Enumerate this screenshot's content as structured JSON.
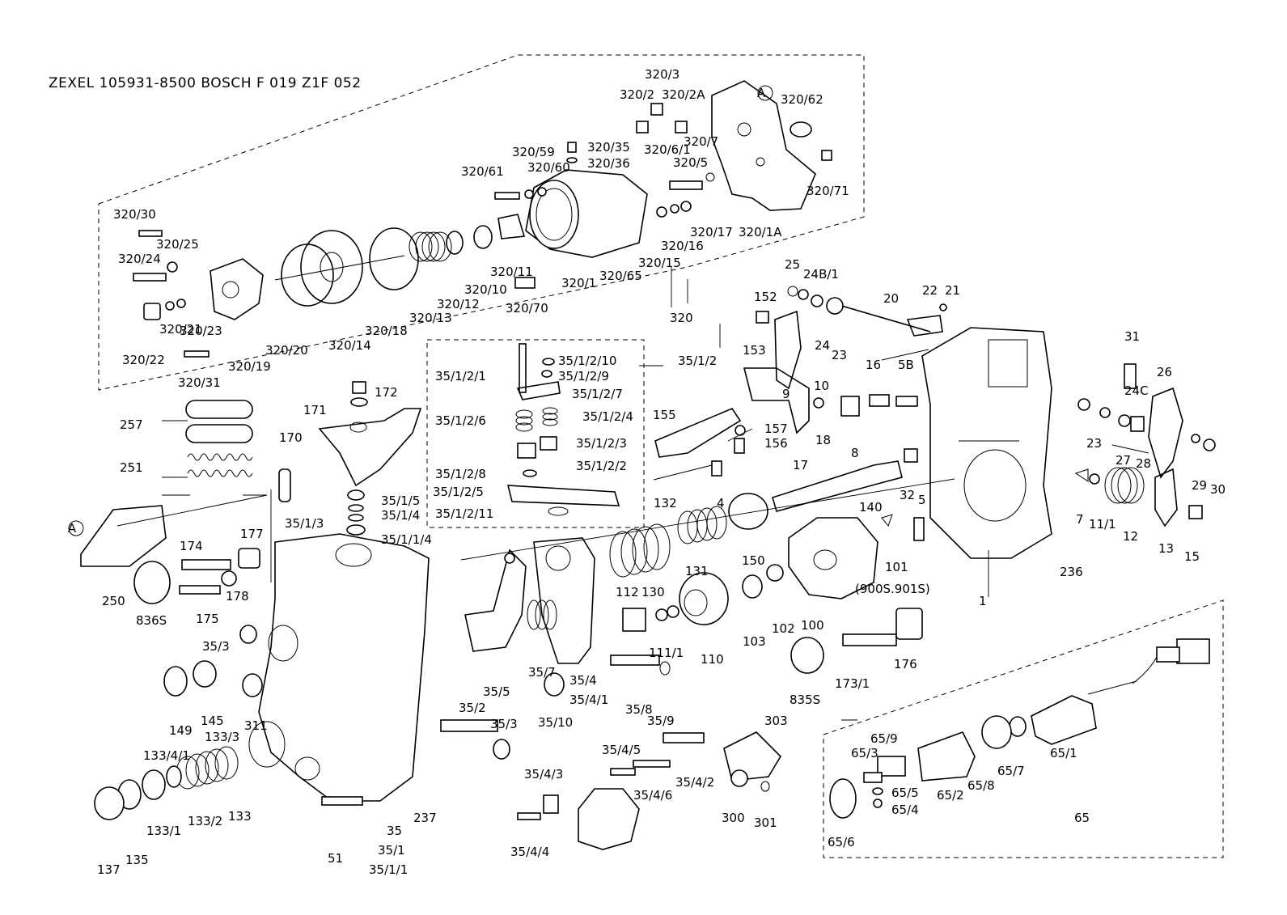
{
  "header": {
    "title": "ZEXEL  105931-8500  BOSCH  F 019 Z1F 052"
  },
  "callouts": {
    "c320_3": "320/3",
    "c320_2": "320/2",
    "c320_2A": "320/2A",
    "c320_62": "320/62",
    "c320_35": "320/35",
    "c320_36": "320/36",
    "c320_6_1": "320/6/1",
    "c320_7": "320/7",
    "c320_5": "320/5",
    "c320_59": "320/59",
    "c320_60": "320/60",
    "c320_61": "320/61",
    "c320_71": "320/71",
    "c320_30": "320/30",
    "c320_25": "320/25",
    "c320_24": "320/24",
    "c320_17": "320/17",
    "c320_1A": "320/1A",
    "c320_16": "320/16",
    "c320_15": "320/15",
    "c320_65": "320/65",
    "c320_11": "320/11",
    "c320_1": "320/1",
    "c320_10": "320/10",
    "c320_12": "320/12",
    "c320_13": "320/13",
    "c320_18": "320/18",
    "c320_14": "320/14",
    "c320_20": "320/20",
    "c320_19": "320/19",
    "c320_21": "320/21",
    "c320_23": "320/23",
    "c320_22": "320/22",
    "c320_31": "320/31",
    "c320_70": "320/70",
    "c320": "320",
    "cA1": "A",
    "cA2": "A",
    "c25": "25",
    "c24B_1": "24B/1",
    "c20": "20",
    "c22": "22",
    "c21": "21",
    "c152": "152",
    "c153": "153",
    "c24": "24",
    "c23a": "23",
    "c10": "10",
    "c9": "9",
    "c16": "16",
    "c5B": "5B",
    "c31": "31",
    "c26": "26",
    "c24C": "24C",
    "c155": "155",
    "c157": "157",
    "c156": "156",
    "c18": "18",
    "c8": "8",
    "c17": "17",
    "c23b": "23",
    "c27": "27",
    "c28": "28",
    "c29": "29",
    "c30": "30",
    "c35_1_2_10": "35/1/2/10",
    "c35_1_2": "35/1/2",
    "c35_1_2_1": "35/1/2/1",
    "c35_1_2_9": "35/1/2/9",
    "c35_1_2_7": "35/1/2/7",
    "c35_1_2_6": "35/1/2/6",
    "c35_1_2_4": "35/1/2/4",
    "c35_1_2_3": "35/1/2/3",
    "c35_1_2_2": "35/1/2/2",
    "c35_1_2_8": "35/1/2/8",
    "c35_1_2_5": "35/1/2/5",
    "c35_1_2_11": "35/1/2/11",
    "c172": "172",
    "c171": "171",
    "c170": "170",
    "c257": "257",
    "c251": "251",
    "c35_1_5": "35/1/5",
    "c35_1_4": "35/1/4",
    "c35_1_3": "35/1/3",
    "c35_1_1_4": "35/1/1/4",
    "c132": "132",
    "c4": "4",
    "c140": "140",
    "c32": "32",
    "c5": "5",
    "c7": "7",
    "c11_1": "11/1",
    "c12": "12",
    "c13": "13",
    "c15": "15",
    "c236": "236",
    "c1": "1",
    "c101": "101",
    "c900S": "(900S.901S)",
    "c150": "150",
    "c131": "131",
    "c112": "112",
    "c130": "130",
    "c103": "103",
    "c102": "102",
    "c100": "100",
    "c111_1": "111/1",
    "c110": "110",
    "c250": "250",
    "c174": "174",
    "c177": "177",
    "c836S": "836S",
    "c175": "175",
    "c178": "178",
    "c35_3a": "35/3",
    "c145": "145",
    "c149": "149",
    "c311": "311",
    "c133_4_1": "133/4/1",
    "c133_3": "133/3",
    "c133_2": "133/2",
    "c133": "133",
    "c133_1": "133/1",
    "c137": "137",
    "c135": "135",
    "c51": "51",
    "c35": "35",
    "c35_1": "35/1",
    "c35_1_1": "35/1/1",
    "c237": "237",
    "c35_2": "35/2",
    "c35_3b": "35/3",
    "c35_5": "35/5",
    "c35_7": "35/7",
    "c35_4": "35/4",
    "c35_4_1": "35/4/1",
    "c35_10": "35/10",
    "c35_8": "35/8",
    "c35_9": "35/9",
    "c35_4_5": "35/4/5",
    "c35_4_3": "35/4/3",
    "c35_4_6": "35/4/6",
    "c35_4_2": "35/4/2",
    "c35_4_4": "35/4/4",
    "c303": "303",
    "c300": "300",
    "c301": "301",
    "c173_1": "173/1",
    "c176": "176",
    "c835S": "835S",
    "c65_9": "65/9",
    "c65_3": "65/3",
    "c65_7": "65/7",
    "c65_1": "65/1",
    "c65_5": "65/5",
    "c65_2": "65/2",
    "c65_8": "65/8",
    "c65_4": "65/4",
    "c65_6": "65/6",
    "c65": "65"
  }
}
